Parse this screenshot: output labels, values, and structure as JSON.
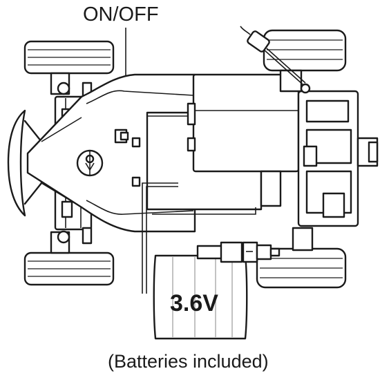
{
  "labels": {
    "switch": "ON/OFF",
    "voltage": "3.6V",
    "note": "(Batteries included)"
  }
}
